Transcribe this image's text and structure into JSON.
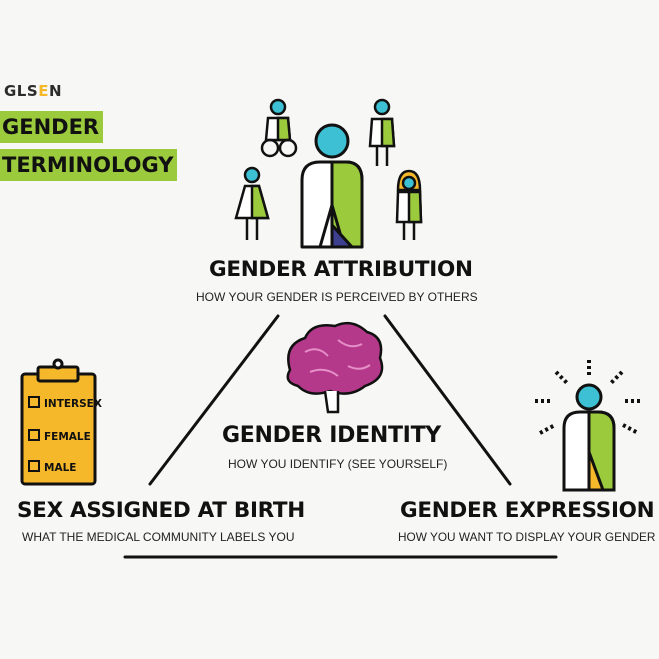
{
  "brand": {
    "logo_pre": "GLS",
    "logo_e": "E",
    "logo_post": "N"
  },
  "title": {
    "line1": "GENDER",
    "line2": "TERMINOLOGY"
  },
  "attribution": {
    "heading": "GENDER ATTRIBUTION",
    "caption": "HOW YOUR GENDER IS PERCEIVED BY OTHERS"
  },
  "identity": {
    "heading": "GENDER IDENTITY",
    "caption": "HOW YOU IDENTIFY (SEE YOURSELF)"
  },
  "sex": {
    "heading": "SEX ASSIGNED AT BIRTH",
    "caption": "WHAT THE MEDICAL COMMUNITY LABELS YOU"
  },
  "expression": {
    "heading": "GENDER EXPRESSION",
    "caption": "HOW YOU WANT TO DISPLAY YOUR GENDER"
  },
  "clipboard": {
    "options": [
      "INTERSEX",
      "FEMALE",
      "MALE"
    ]
  },
  "colors": {
    "green": "#9bca3c",
    "teal": "#3ec0d4",
    "orange": "#f5b82a",
    "purple": "#b5398a",
    "navy": "#3d3f8f",
    "ink": "#111111"
  }
}
